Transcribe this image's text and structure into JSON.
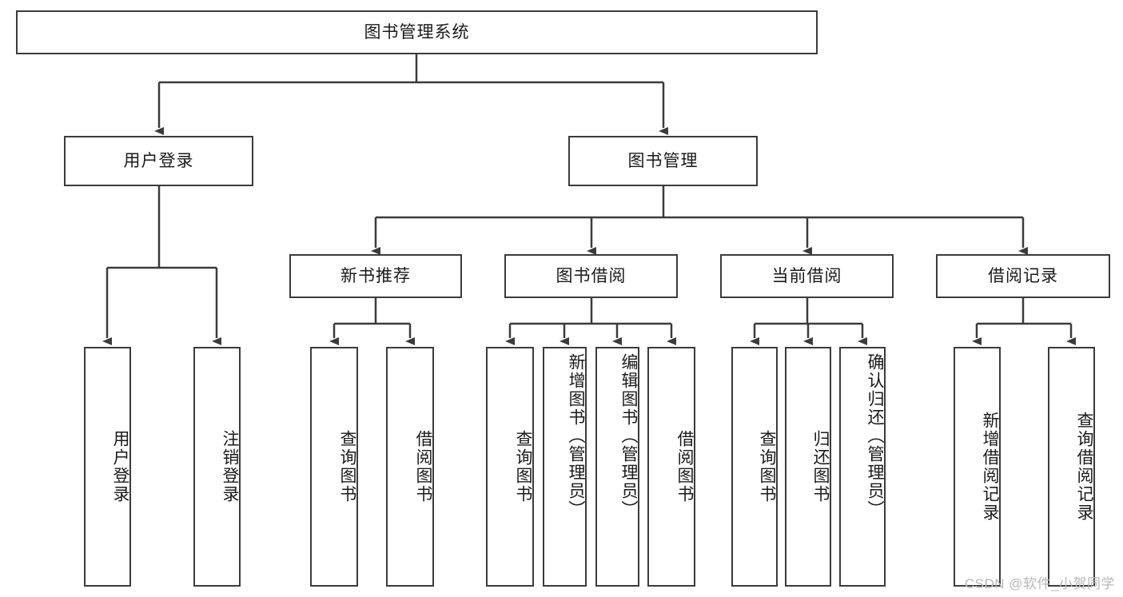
{
  "diagram": {
    "type": "tree",
    "title": "图书管理系统",
    "watermark": "CSDN @软件_小贺同学",
    "colors": {
      "box_border": "#3b3b3b",
      "box_fill": "#ffffff",
      "connector": "#3b3b3b",
      "text": "#1a1a1a",
      "watermark": "#b9b9b9",
      "background": "#ffffff"
    },
    "levels": {
      "root": {
        "label": "图书管理系统"
      },
      "level2": [
        {
          "label": "用户登录"
        },
        {
          "label": "图书管理"
        }
      ],
      "level3": [
        {
          "label": "新书推荐"
        },
        {
          "label": "图书借阅"
        },
        {
          "label": "当前借阅"
        },
        {
          "label": "借阅记录"
        }
      ]
    },
    "leaves": {
      "user_login": [
        {
          "label": "用户登录"
        },
        {
          "label": "注销登录"
        }
      ],
      "new_books": [
        {
          "label": "查询图书"
        },
        {
          "label": "借阅图书"
        }
      ],
      "book_borrow": [
        {
          "label": "查询图书"
        },
        {
          "label": "新增图书（管理员）"
        },
        {
          "label": "编辑图书（管理员）"
        },
        {
          "label": "借阅图书"
        }
      ],
      "current_borrow": [
        {
          "label": "查询图书"
        },
        {
          "label": "归还图书"
        },
        {
          "label": "确认归还（管理员）"
        }
      ],
      "borrow_record": [
        {
          "label": "新增借阅记录"
        },
        {
          "label": "查询借阅记录"
        }
      ]
    }
  }
}
